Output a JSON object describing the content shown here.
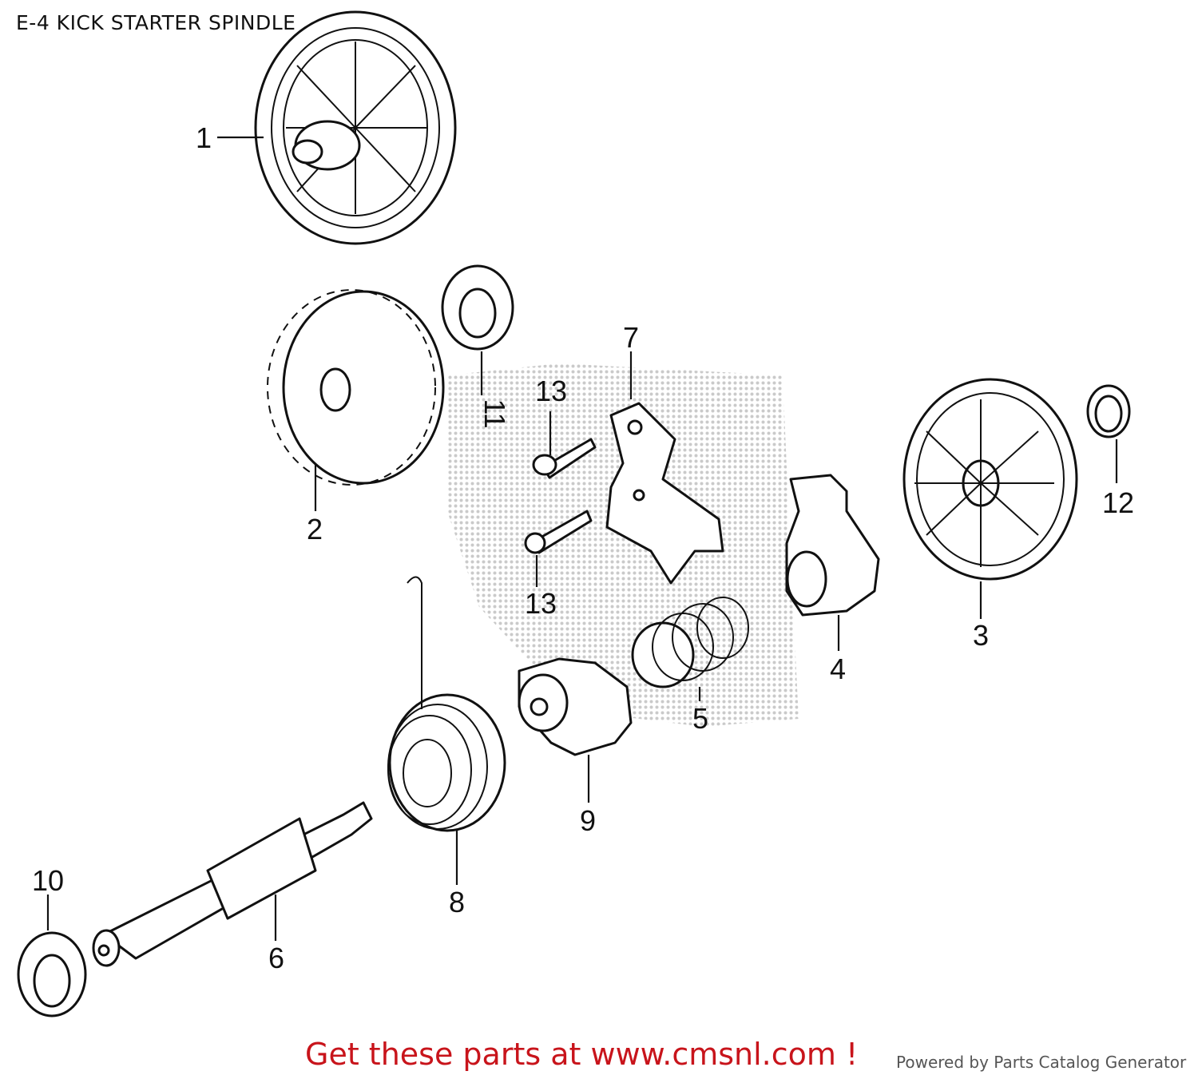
{
  "title": "E-4 KICK STARTER SPINDLE",
  "callouts": {
    "c1": "1",
    "c2": "2",
    "c3": "3",
    "c4": "4",
    "c5": "5",
    "c6": "6",
    "c7": "7",
    "c8": "8",
    "c9": "9",
    "c10": "10",
    "c11": "11",
    "c12": "12",
    "c13a": "13",
    "c13b": "13"
  },
  "footer": {
    "link_text": "Get these parts at www.cmsnl.com !",
    "credit": "Powered by Parts Catalog Generator"
  },
  "colors": {
    "link": "#c8141b",
    "ink": "#111111",
    "watermark": "#bdbdbd"
  }
}
